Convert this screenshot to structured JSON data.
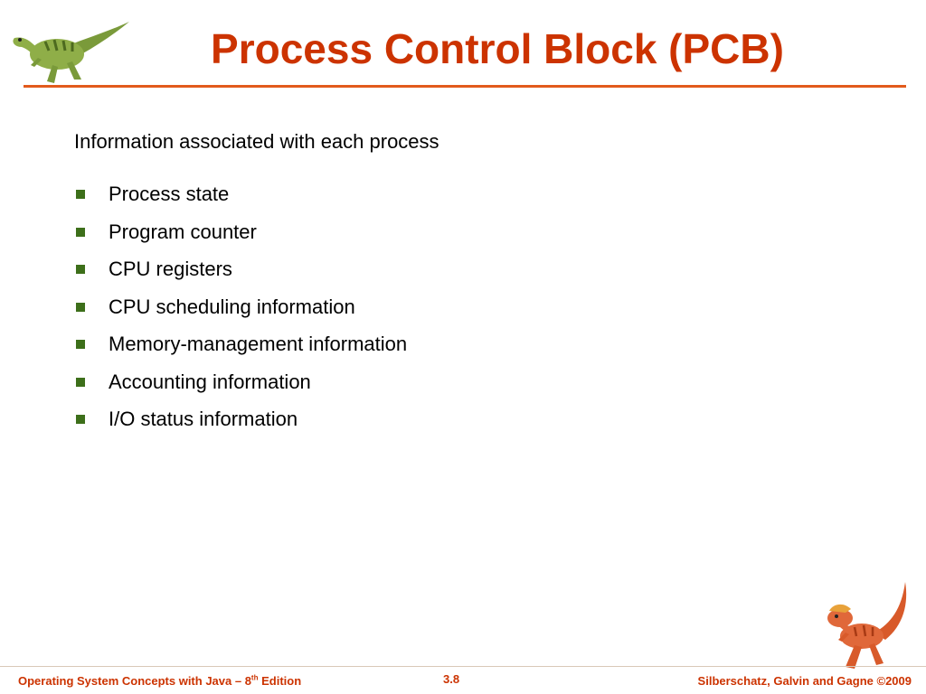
{
  "slide": {
    "title": "Process Control Block (PCB)",
    "intro": "Information associated with each process",
    "bullets": [
      "Process state",
      "Program counter",
      "CPU registers",
      "CPU scheduling information",
      "Memory-management information",
      "Accounting information",
      "I/O status information"
    ]
  },
  "footer": {
    "left_prefix": "Operating System Concepts with Java – 8",
    "left_sup": "th",
    "left_suffix": " Edition",
    "page": "3.8",
    "right": "Silberschatz, Galvin and Gagne ©2009"
  },
  "icons": {
    "top": "green-dinosaur-icon",
    "bottom": "orange-dinosaur-icon"
  },
  "colors": {
    "title": "#cc3300",
    "rule": "#e25a1c",
    "bullet": "#3d6f1a",
    "footer": "#cc3300"
  }
}
